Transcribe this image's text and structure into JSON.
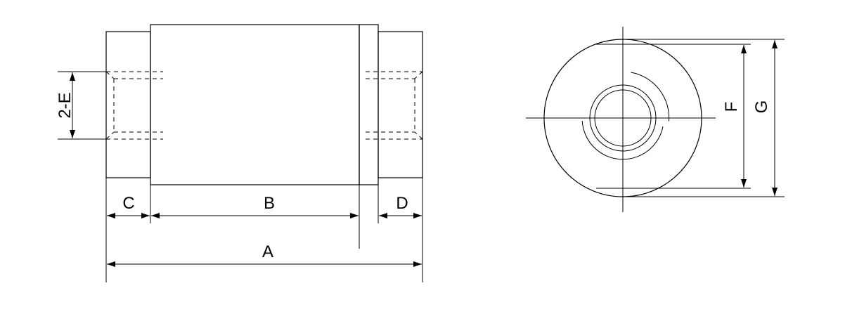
{
  "labels": {
    "a": "A",
    "b": "B",
    "c": "C",
    "d": "D",
    "e": "2-E",
    "f": "F",
    "g": "G"
  },
  "colors": {
    "line": "#000000",
    "background": "#ffffff"
  }
}
